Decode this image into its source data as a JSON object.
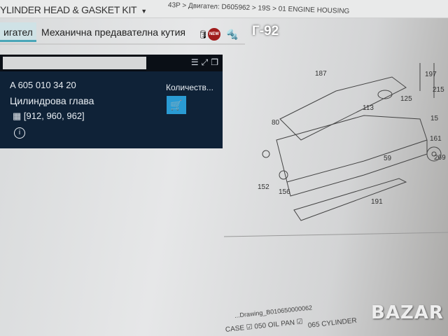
{
  "header": {
    "title_select": "YLINDER HEAD & GASKET KIT",
    "breadcrumb": [
      "43P",
      "Двигател: D605962",
      "19S",
      "01 ENGINE HOUSING"
    ]
  },
  "watermark": "Г-92",
  "tabs": [
    {
      "label": "игател",
      "active": true
    },
    {
      "label": "Механична предавателна кутия",
      "active": false
    }
  ],
  "tab_icons": {
    "new_badge": "NEW"
  },
  "panel": {
    "search_placeholder": "",
    "part_number": "A 605 010 34 20",
    "part_name": "Цилиндрова глава",
    "models": "[912, 960, 962]",
    "quantity_label": "Количеств..."
  },
  "diagram": {
    "labels": [
      "187",
      "197",
      "215",
      "125",
      "113",
      "15",
      "161",
      "269",
      "59",
      "80",
      "152",
      "156",
      "191"
    ]
  },
  "bottom": {
    "drawing": "...Drawing_B010650000062",
    "cylinder": "065 CYLINDER",
    "oil_pan": "CASE ☑ 050 OIL PAN ☑"
  },
  "logo": "BAZAR",
  "colors": {
    "panel": "#0f2237",
    "accent": "#2a9bd3",
    "tab_active": "#4aa6b8"
  }
}
